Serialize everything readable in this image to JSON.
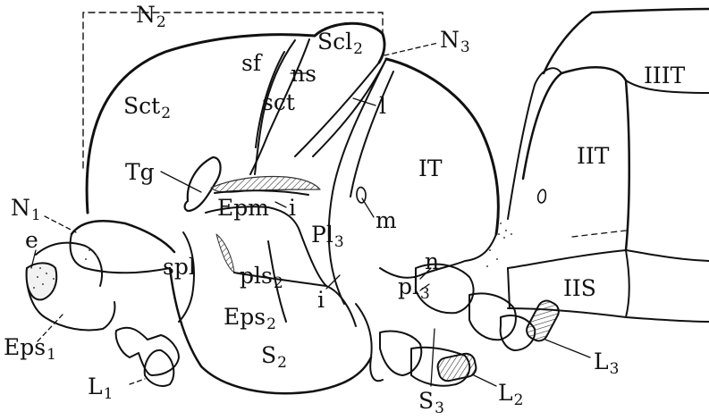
{
  "figure": {
    "labels": {
      "N2": {
        "base": "N",
        "sub": "2"
      },
      "N3": {
        "base": "N",
        "sub": "3"
      },
      "Scl2": {
        "base": "Scl",
        "sub": "2"
      },
      "Sct2": {
        "base": "Sct",
        "sub": "2"
      },
      "sf": {
        "base": "sf",
        "sub": ""
      },
      "ns": {
        "base": "ns",
        "sub": ""
      },
      "sct": {
        "base": "sct",
        "sub": ""
      },
      "l": {
        "base": "l",
        "sub": ""
      },
      "IIIT": {
        "base": "IIIT",
        "sub": ""
      },
      "IIT": {
        "base": "IIT",
        "sub": ""
      },
      "IT": {
        "base": "IT",
        "sub": ""
      },
      "Tg": {
        "base": "Tg",
        "sub": ""
      },
      "Epm": {
        "base": "Epm",
        "sub": ""
      },
      "i_upper": {
        "base": "i",
        "sub": ""
      },
      "m": {
        "base": "m",
        "sub": ""
      },
      "Pl3": {
        "base": "Pl",
        "sub": "3"
      },
      "N1": {
        "base": "N",
        "sub": "1"
      },
      "e": {
        "base": "e",
        "sub": ""
      },
      "spl": {
        "base": "spl",
        "sub": ""
      },
      "pls2": {
        "base": "pls",
        "sub": "2"
      },
      "n": {
        "base": "n",
        "sub": ""
      },
      "pl3": {
        "base": "pl",
        "sub": "3"
      },
      "IIS": {
        "base": "IIS",
        "sub": ""
      },
      "i_lower": {
        "base": "i",
        "sub": ""
      },
      "Eps2": {
        "base": "Eps",
        "sub": "2"
      },
      "Eps1": {
        "base": "Eps",
        "sub": "1"
      },
      "S2": {
        "base": "S",
        "sub": "2"
      },
      "L1": {
        "base": "L",
        "sub": "1"
      },
      "L3": {
        "base": "L",
        "sub": "3"
      },
      "L2": {
        "base": "L",
        "sub": "2"
      },
      "S3": {
        "base": "S",
        "sub": "3"
      }
    }
  }
}
